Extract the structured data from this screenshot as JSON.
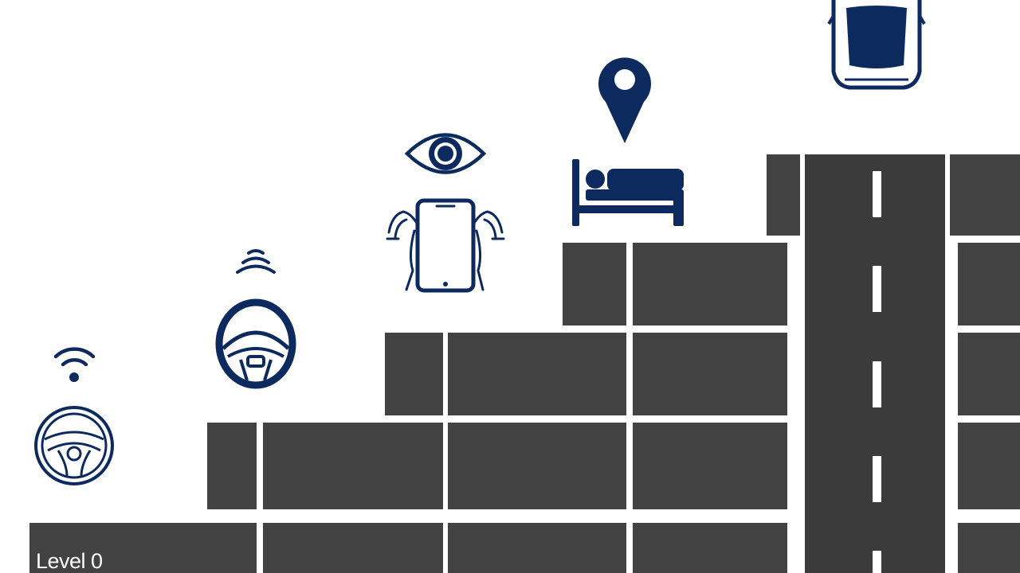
{
  "colors": {
    "background": "#ffffff",
    "block": "#424242",
    "road": "#3b3b3b",
    "lane_marking": "#ffffff",
    "icon": "#0d2a5f",
    "label": "#ffffff"
  },
  "staircase": {
    "first_step_label": "Level 0"
  },
  "icons": [
    {
      "name": "steering-wheel-icon",
      "level_step": 0
    },
    {
      "name": "wifi-signal-icon",
      "level_step": 0
    },
    {
      "name": "steering-wheel-hands-on-icon",
      "level_step": 1
    },
    {
      "name": "signal-waves-icon",
      "level_step": 1
    },
    {
      "name": "hands-holding-phone-icon",
      "level_step": 2
    },
    {
      "name": "eye-icon",
      "level_step": 2
    },
    {
      "name": "bed-icon",
      "level_step": 3
    },
    {
      "name": "location-pin-icon",
      "level_step": 3
    },
    {
      "name": "car-top-view-icon",
      "level_step": 4
    }
  ]
}
